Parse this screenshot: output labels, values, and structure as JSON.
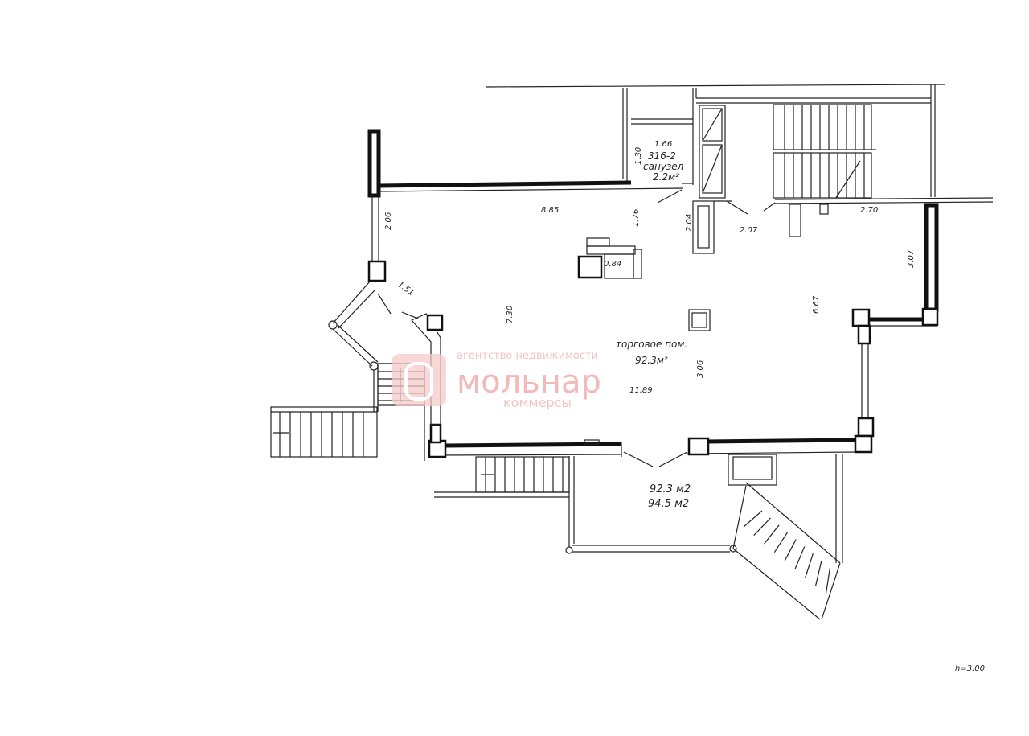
{
  "plan": {
    "room_name": "торговое пом.",
    "room_area": "92.3м²",
    "wc_number": "316-2",
    "wc_name": "санузел",
    "wc_area": "2.2м²",
    "area_total_1": "92.3  м2",
    "area_total_2": "94.5  м2",
    "ceiling_height": "h=3.00",
    "dims": {
      "d166": "1.66",
      "d130": "1.30",
      "d885": "8.85",
      "d176": "1.76",
      "d204": "2.04",
      "d207": "2.07",
      "d270": "2.70",
      "d206": "2.06",
      "d151": "1.51",
      "d084": "0.84",
      "d730": "7.30",
      "d307": "3.07",
      "d667": "6.67",
      "d306": "3.06",
      "d1189": "11.89"
    }
  },
  "watermark": {
    "line1": "агентство недвижимости",
    "brand": "мольнар",
    "line3": "коммерсы",
    "color": "#e05050"
  }
}
